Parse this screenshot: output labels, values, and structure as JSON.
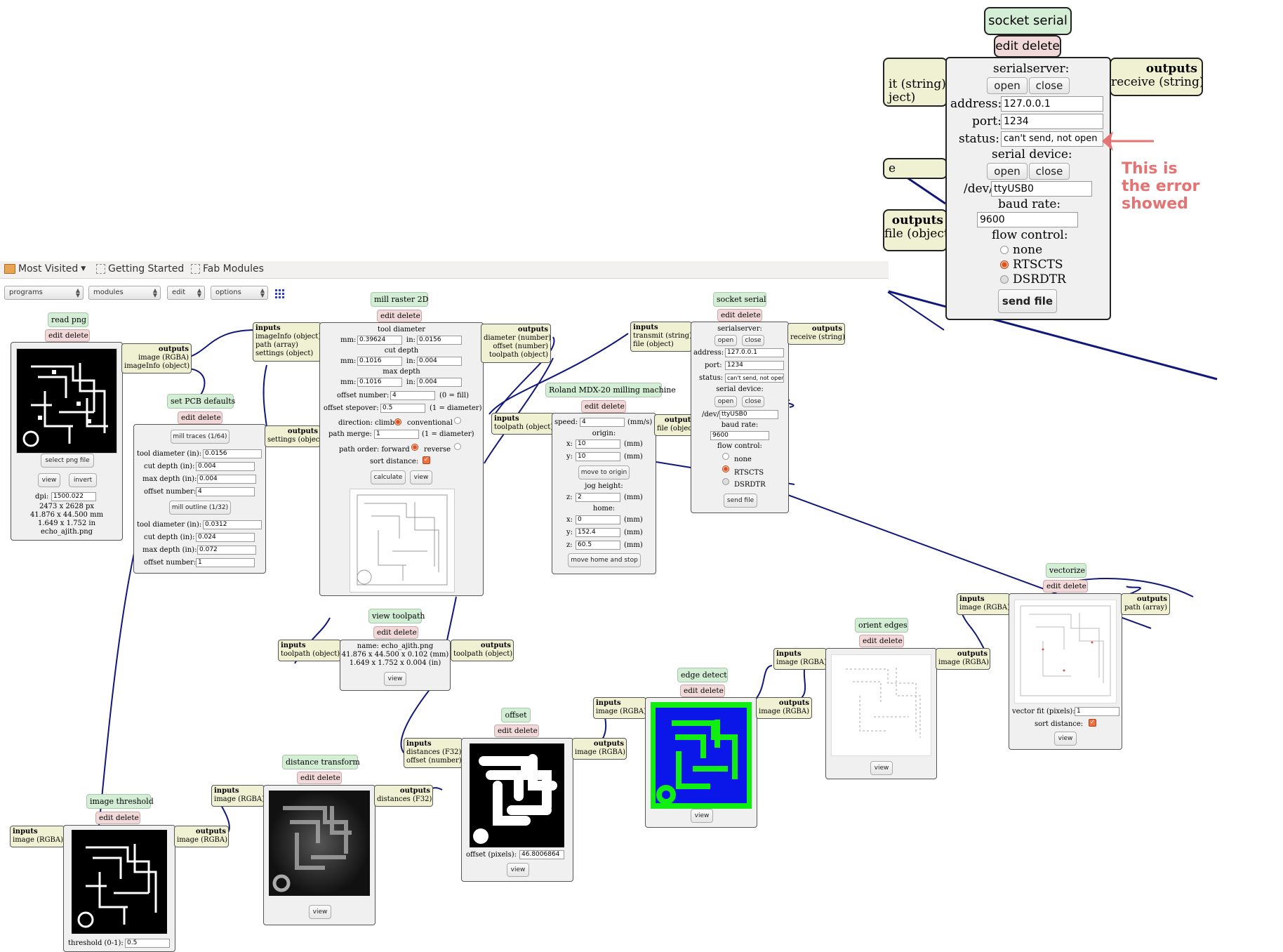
{
  "bookmarks": {
    "most_visited": "Most Visited",
    "getting_started": "Getting Started",
    "fab_modules": "Fab Modules"
  },
  "toolbar": {
    "programs": "programs",
    "modules": "modules",
    "edit": "edit",
    "options": "options"
  },
  "common": {
    "edit_delete": "edit delete",
    "inputs": "inputs",
    "outputs": "outputs",
    "view": "view"
  },
  "read_png": {
    "title": "read png",
    "out1": "image (RGBA)",
    "out2": "imageInfo (object)",
    "select": "select png file",
    "view": "view",
    "invert": "invert",
    "dpi_label": "dpi:",
    "dpi": "1500.022",
    "info": [
      "2473 x 2628 px",
      "41.876 x 44.500 mm",
      "1.649 x 1.752 in",
      "echo_ajith.png"
    ]
  },
  "set_pcb": {
    "title": "set PCB defaults",
    "out": "settings (object)",
    "mill_traces": "mill traces (1/64)",
    "mill_outline": "mill outline (1/32)",
    "traces": {
      "tool": "0.0156",
      "cut": "0.004",
      "max": "0.004",
      "offset": "4"
    },
    "outline": {
      "tool": "0.0312",
      "cut": "0.024",
      "max": "0.072",
      "offset": "1"
    },
    "lbl_tool": "tool diameter (in):",
    "lbl_cut": "cut depth (in):",
    "lbl_max": "max depth (in):",
    "lbl_offset": "offset number:"
  },
  "mill_raster": {
    "title": "mill raster 2D",
    "in1": "imageInfo (object)",
    "in2": "path (array)",
    "in3": "settings (object)",
    "out1": "diameter (number)",
    "out2": "offset (number)",
    "out3": "toolpath (object)",
    "tool_diameter": "tool diameter",
    "cut_depth": "cut depth",
    "max_depth": "max depth",
    "mm": "mm:",
    "in": "in:",
    "td_mm": "0.39624",
    "td_in": "0.0156",
    "cd_mm": "0.1016",
    "cd_in": "0.004",
    "md_mm": "0.1016",
    "md_in": "0.004",
    "offset_number": "offset number:",
    "offset_val": "4",
    "fill_note": "(0 = fill)",
    "stepover": "offset stepover:",
    "stepover_val": "0.5",
    "diam_note": "(1 = diameter)",
    "direction": "direction: climb",
    "conventional": "conventional",
    "merge": "path merge:",
    "merge_val": "1",
    "merge_note": "(1 = diameter)",
    "order": "path order: forward",
    "reverse": "reverse",
    "sort": "sort distance:",
    "calculate": "calculate",
    "view": "view"
  },
  "roland": {
    "title": "Roland MDX-20 milling machine",
    "in1": "toolpath (object)",
    "out1": "file (object)",
    "speed": "speed:",
    "speed_val": "4",
    "speed_unit": "(mm/s)",
    "origin": "origin:",
    "x": "x:",
    "y": "y:",
    "z": "z:",
    "mm_unit": "(mm)",
    "origin_x": "10",
    "origin_y": "10",
    "move_origin": "move to origin",
    "jog": "jog height:",
    "jog_z": "2",
    "home": "home:",
    "home_x": "0",
    "home_y": "152.4",
    "home_z": "60.5",
    "move_home": "move home and stop"
  },
  "socket": {
    "title": "socket serial",
    "in1": "transmit (string)",
    "in2": "file (object)",
    "out1": "receive (string)",
    "serialserver": "serialserver:",
    "open": "open",
    "close": "close",
    "address_label": "address:",
    "address": "127.0.0.1",
    "port_label": "port:",
    "port": "1234",
    "status_label": "status:",
    "status": "can't send, not open",
    "serial_device": "serial device:",
    "dev_label": "/dev/",
    "dev": "ttyUSB0",
    "baud_label": "baud rate:",
    "baud": "9600",
    "flow": "flow control:",
    "none": "none",
    "rtscts": "RTSCTS",
    "dsrdtr": "DSRDTR",
    "send_file": "send file"
  },
  "zoom": {
    "in_partial1": "it (string)",
    "in_partial2": "ject)",
    "in_partial3": "e",
    "out_file": "file (object)",
    "annotation": [
      "This is",
      "the error",
      "showed"
    ]
  },
  "view_toolpath": {
    "title": "view toolpath",
    "in1": "toolpath (object)",
    "out1": "toolpath (object)",
    "info": [
      "name: echo_ajith.png",
      "41.876 x 44.500 x 0.102 (mm)",
      "1.649 x 1.752 x 0.004 (in)"
    ],
    "view": "view"
  },
  "vectorize": {
    "title": "vectorize",
    "in1": "image (RGBA)",
    "out1": "path (array)",
    "fit_label": "vector fit (pixels):",
    "fit": "1",
    "sort": "sort distance:",
    "view": "view"
  },
  "orient": {
    "title": "orient edges",
    "in1": "image (RGBA)",
    "out1": "image (RGBA)",
    "view": "view"
  },
  "edge": {
    "title": "edge detect",
    "in1": "image (RGBA)",
    "out1": "image (RGBA)",
    "view": "view"
  },
  "offset_mod": {
    "title": "offset",
    "in1": "distances (F32)",
    "in2": "offset (number)",
    "out1": "image (RGBA)",
    "px_label": "offset (pixels):",
    "px": "46.8006864",
    "view": "view"
  },
  "distance": {
    "title": "distance transform",
    "in1": "image (RGBA)",
    "out1": "distances (F32)",
    "view": "view"
  },
  "threshold": {
    "title": "image threshold",
    "in1": "image (RGBA)",
    "out1": "image (RGBA)",
    "th_label": "threshold (0-1):",
    "th": "0.5"
  },
  "colors": {
    "title_bg": "#d4eed6",
    "edit_bg": "#f2d9d9",
    "io_bg": "#f0f0d2",
    "module_bg": "#f0f0f0",
    "wire": "#10187a",
    "annotation": "#e57373",
    "edge_green": "#11ee11",
    "edge_blue": "#0b17e8"
  },
  "icons": [
    "bookmark-folder-icon",
    "page-icon",
    "chevron-down-icon",
    "grid-icon",
    "arrow-icon"
  ]
}
